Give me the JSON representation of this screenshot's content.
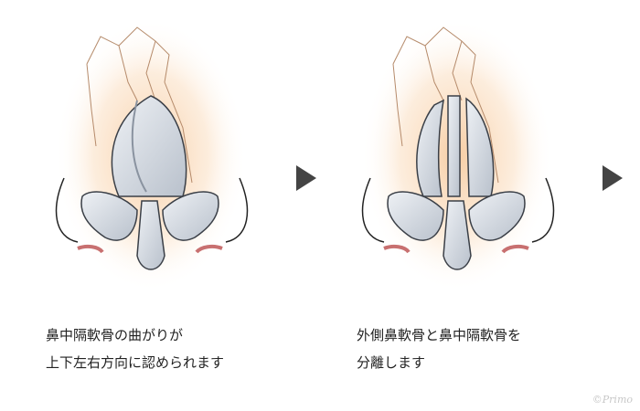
{
  "steps": [
    {
      "caption_line1": "鼻中隔軟骨の曲がりが",
      "caption_line2": "上下左右方向に認められます"
    },
    {
      "caption_line1": "外側鼻軟骨と鼻中隔軟骨を",
      "caption_line2": "分離します"
    }
  ],
  "arrows": [
    "arrow-right-icon",
    "arrow-right-icon"
  ],
  "watermark": "©Primo",
  "colors": {
    "cartilage": "#d9dee6",
    "outline": "#3a3f47",
    "glow": "#f6c89a",
    "bone_line": "#b58a6a",
    "arrow": "#444444"
  }
}
